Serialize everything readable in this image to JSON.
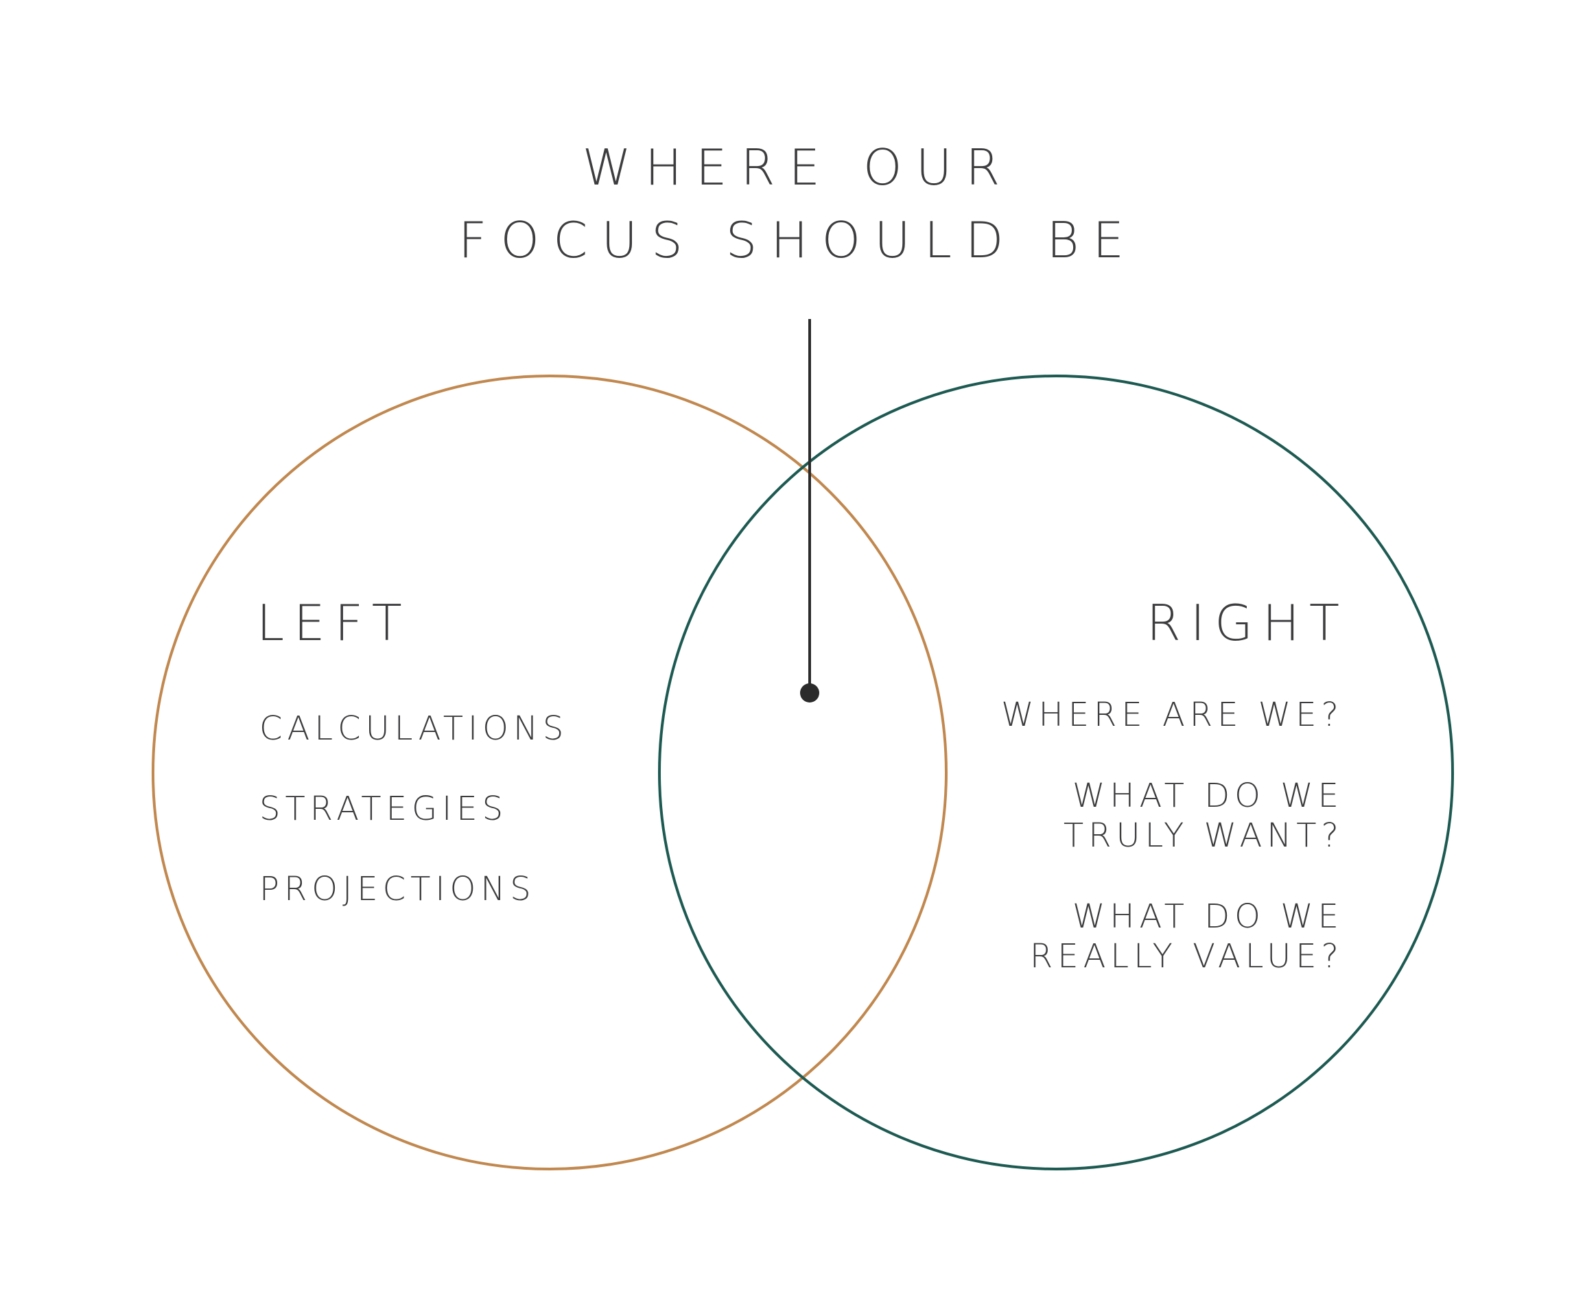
{
  "title": {
    "line1": "WHERE OUR",
    "line2": "FOCUS SHOULD BE"
  },
  "left": {
    "heading": "LEFT",
    "items": [
      "CALCULATIONS",
      "STRATEGIES",
      "PROJECTIONS"
    ],
    "color": "#c1884f"
  },
  "right": {
    "heading": "RIGHT",
    "items": [
      "WHERE ARE WE?",
      "WHAT DO WE",
      "TRULY WANT?",
      "WHAT DO WE",
      "REALLY VALUE?"
    ],
    "color": "#1d5a52"
  },
  "colors": {
    "text": "#3d3d3f",
    "pointer": "#2b2b2b",
    "background": "#ffffff"
  }
}
